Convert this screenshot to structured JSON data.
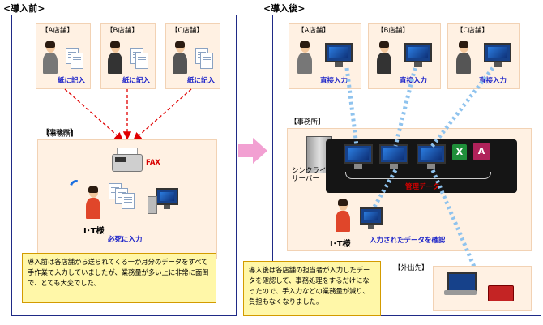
{
  "before": {
    "title": "<導入前>",
    "stores": [
      {
        "name": "【A店舗】",
        "action": "紙に記入"
      },
      {
        "name": "【B店舗】",
        "action": "紙に記入"
      },
      {
        "name": "【C店舗】",
        "action": "紙に記入"
      }
    ],
    "office_label": "【事務所】",
    "fax": "FAX",
    "person": "I･T様",
    "manual_input": "必死に入力",
    "callout": "導入前は各店舗から送られてくる一か月分のデータをすべて手作業で入力していましたが、業務量が多い上に非常に面倒で、とても大変でした。"
  },
  "after": {
    "title": "<導入後>",
    "stores": [
      {
        "name": "【A店舗】",
        "action": "直接入力"
      },
      {
        "name": "【B店舗】",
        "action": "直接入力"
      },
      {
        "name": "【C店舗】",
        "action": "直接入力"
      }
    ],
    "office_label": "【事務所】",
    "server": "シンクライアント\nサーバー",
    "managed_data": "管理データ",
    "person": "I･T様",
    "confirm": "入力されたデータを確認",
    "outside": "【外出先】",
    "callout": "導入後は各店舗の担当者が入力したデータを確認して、事務処理をするだけになったので、手入力などの業務量が減り、負担もなくなりました。"
  },
  "colors": {
    "frame": "#1f2a86",
    "arrow": "#f2a0d2",
    "red_dash": "#e00000",
    "blue_dot": "#8fc3ee",
    "callout": "#fff7a8"
  }
}
